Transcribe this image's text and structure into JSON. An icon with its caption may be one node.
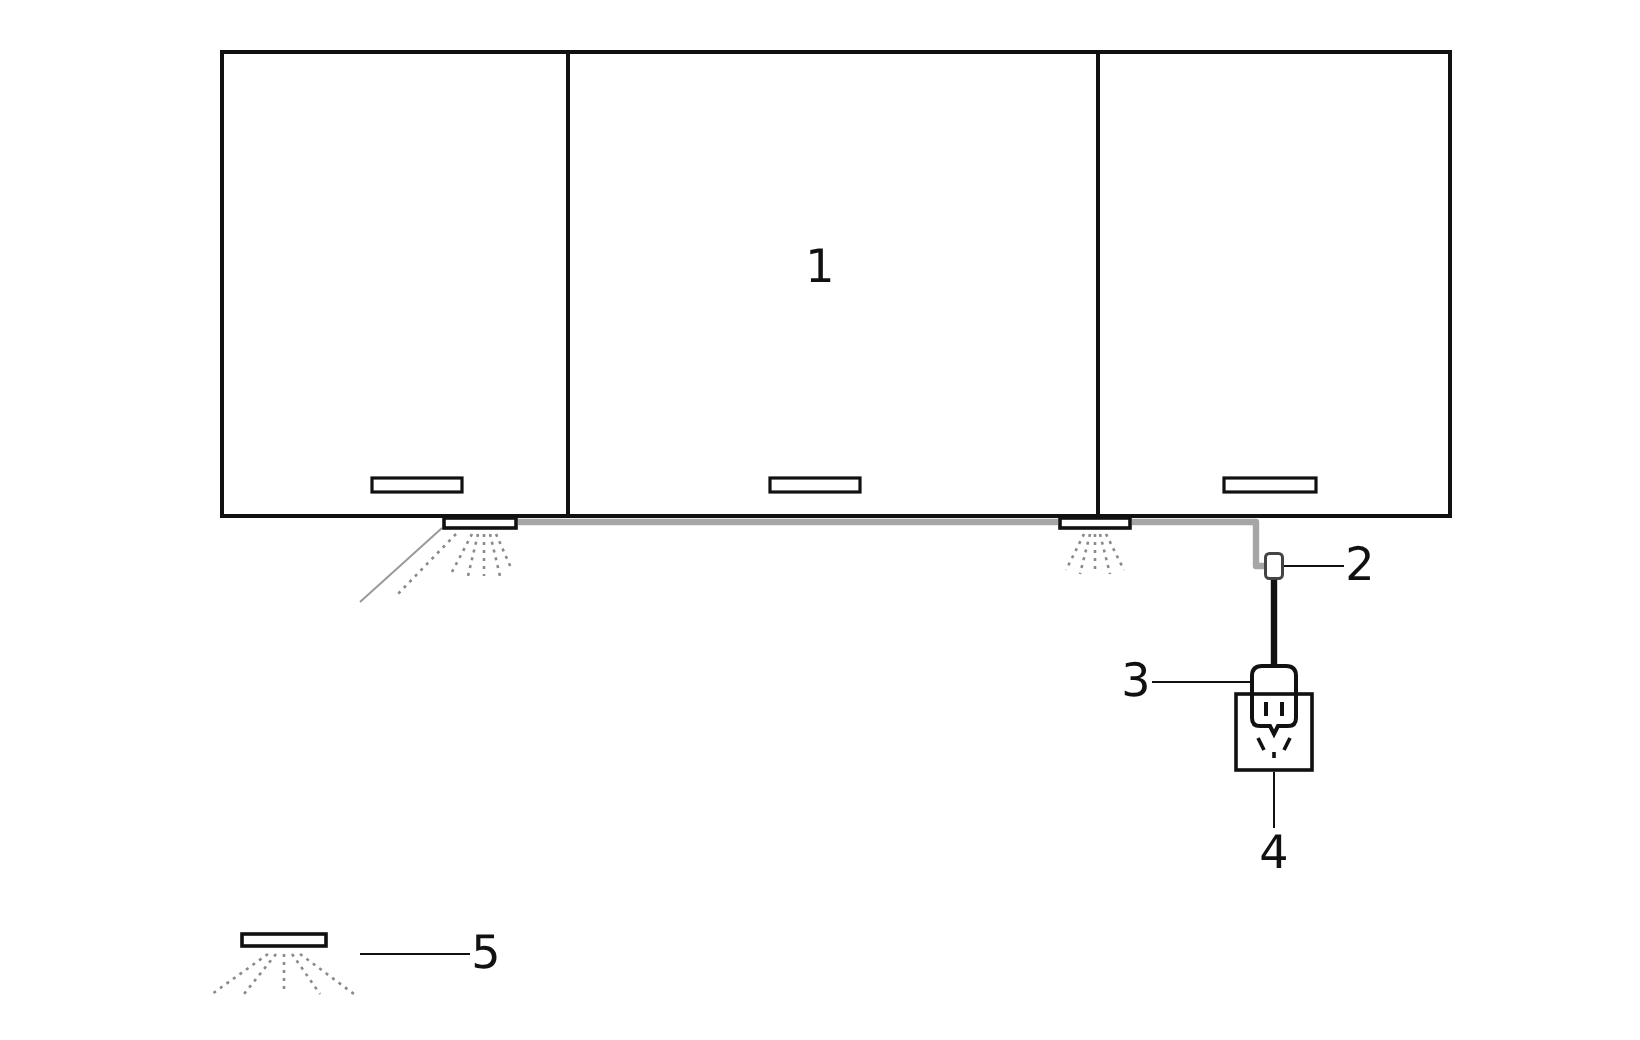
{
  "diagram": {
    "nodes": [
      {
        "text": [],
        "shape": "picture"
      },
      {
        "text": [],
        "shape": "picture"
      },
      {
        "text": [],
        "shape": "box"
      },
      {
        "text": [
          "2"
        ]
      },
      {
        "text": [
          "3"
        ]
      },
      {
        "text": [],
        "shape": "picture"
      },
      {
        "text": [],
        "shape": "picture"
      },
      {
        "text": [
          "4"
        ]
      },
      {
        "text": [],
        "shape": "picture"
      },
      {
        "text": [
          "5"
        ]
      }
    ],
    "edges": [
      {
        "from": 0,
        "to": 1,
        "arrow": "none",
        "style": "thick",
        "color": "#a6a6a6"
      },
      {
        "from": 1,
        "to": 2,
        "arrow": "none",
        "style": "thick",
        "color": "#a6a6a6"
      },
      {
        "from": 2,
        "to": 5,
        "arrow": "none",
        "style": "thick"
      },
      {
        "from": 3,
        "to": 2,
        "arrow": "none"
      },
      {
        "from": 4,
        "to": 5,
        "arrow": "none"
      },
      {
        "from": 7,
        "to": 6,
        "arrow": "none"
      },
      {
        "from": 9,
        "to": 8,
        "arrow": "none"
      }
    ],
    "labels": [
      "1"
    ]
  }
}
